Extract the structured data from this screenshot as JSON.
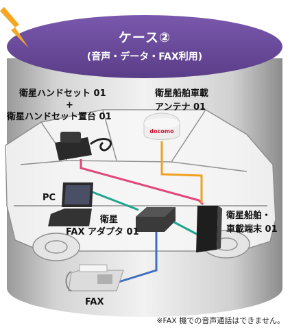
{
  "header": {
    "title": "ケース②",
    "subtitle": "(音声・データ・FAX利用)"
  },
  "devices": {
    "handset": "衛星ハンドセット 01",
    "plus": "+",
    "cradle": "衛星ハンドセット置台 01",
    "antenna_line1": "衛星船舶車載",
    "antenna_line2": "アンテナ 01",
    "antenna_brand": "docomo",
    "pc": "PC",
    "fax_adapter_line1": "衛星",
    "fax_adapter_line2": "FAX アダプタ 01",
    "terminal_line1": "衛星船舶・",
    "terminal_line2": "車載端末 01",
    "fax": "FAX"
  },
  "footnote": "※FAX 機での音声通話はできません。",
  "colors": {
    "header_purple": "#6a4a9a",
    "handset_cable": "#e0457b",
    "pc_cable": "#1fa58c",
    "antenna_cable": "#f0a020",
    "fax_cable": "#3f6fc0",
    "lightning": "#f5a623"
  }
}
